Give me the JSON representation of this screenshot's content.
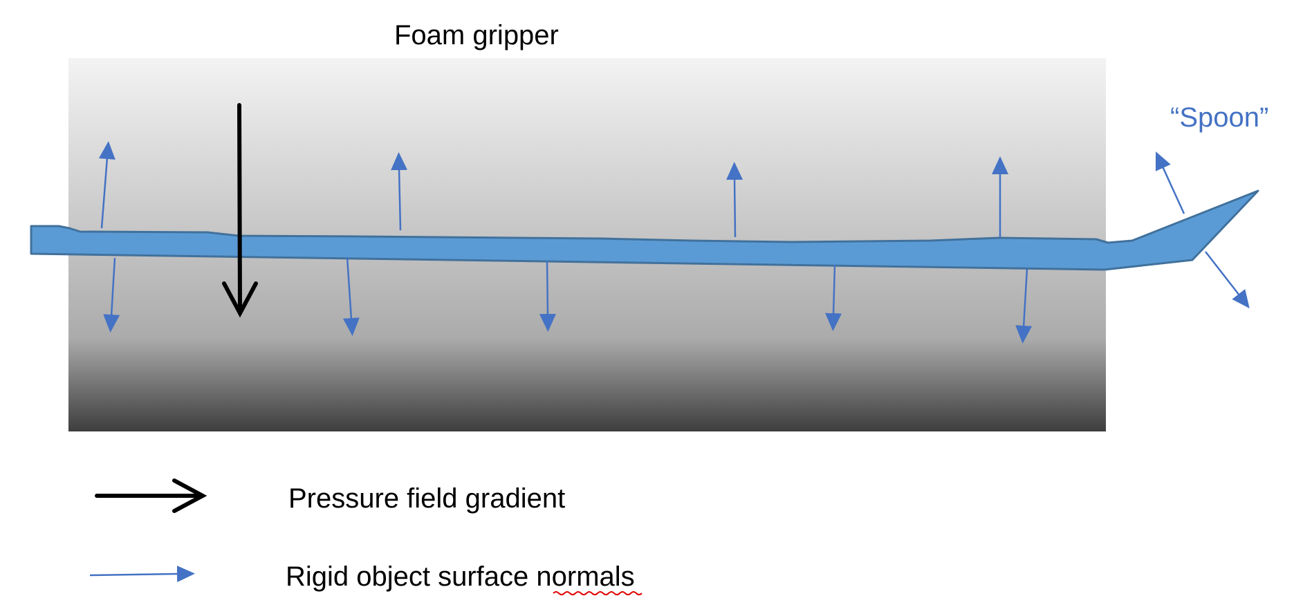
{
  "diagram": {
    "title": "Foam gripper",
    "object_label": "“Spoon”",
    "legend": {
      "pressure": "Pressure field gradient",
      "normals": "Rigid object surface normals"
    }
  },
  "colors": {
    "foam_top": "#f3f3f3",
    "foam_mid": "#ababab",
    "foam_bottom": "#3e3e3e",
    "spoon_fill": "#5b9bd5",
    "spoon_stroke": "#41719c",
    "normal_arrow": "#4472c4",
    "pressure_arrow": "#000000",
    "spoon_label": "#4472c4",
    "spellcheck_underline": "#e00000"
  },
  "icons": {
    "pressure_arrow": "black-arrow-icon",
    "normal_arrow": "blue-triangle-arrow-icon"
  }
}
